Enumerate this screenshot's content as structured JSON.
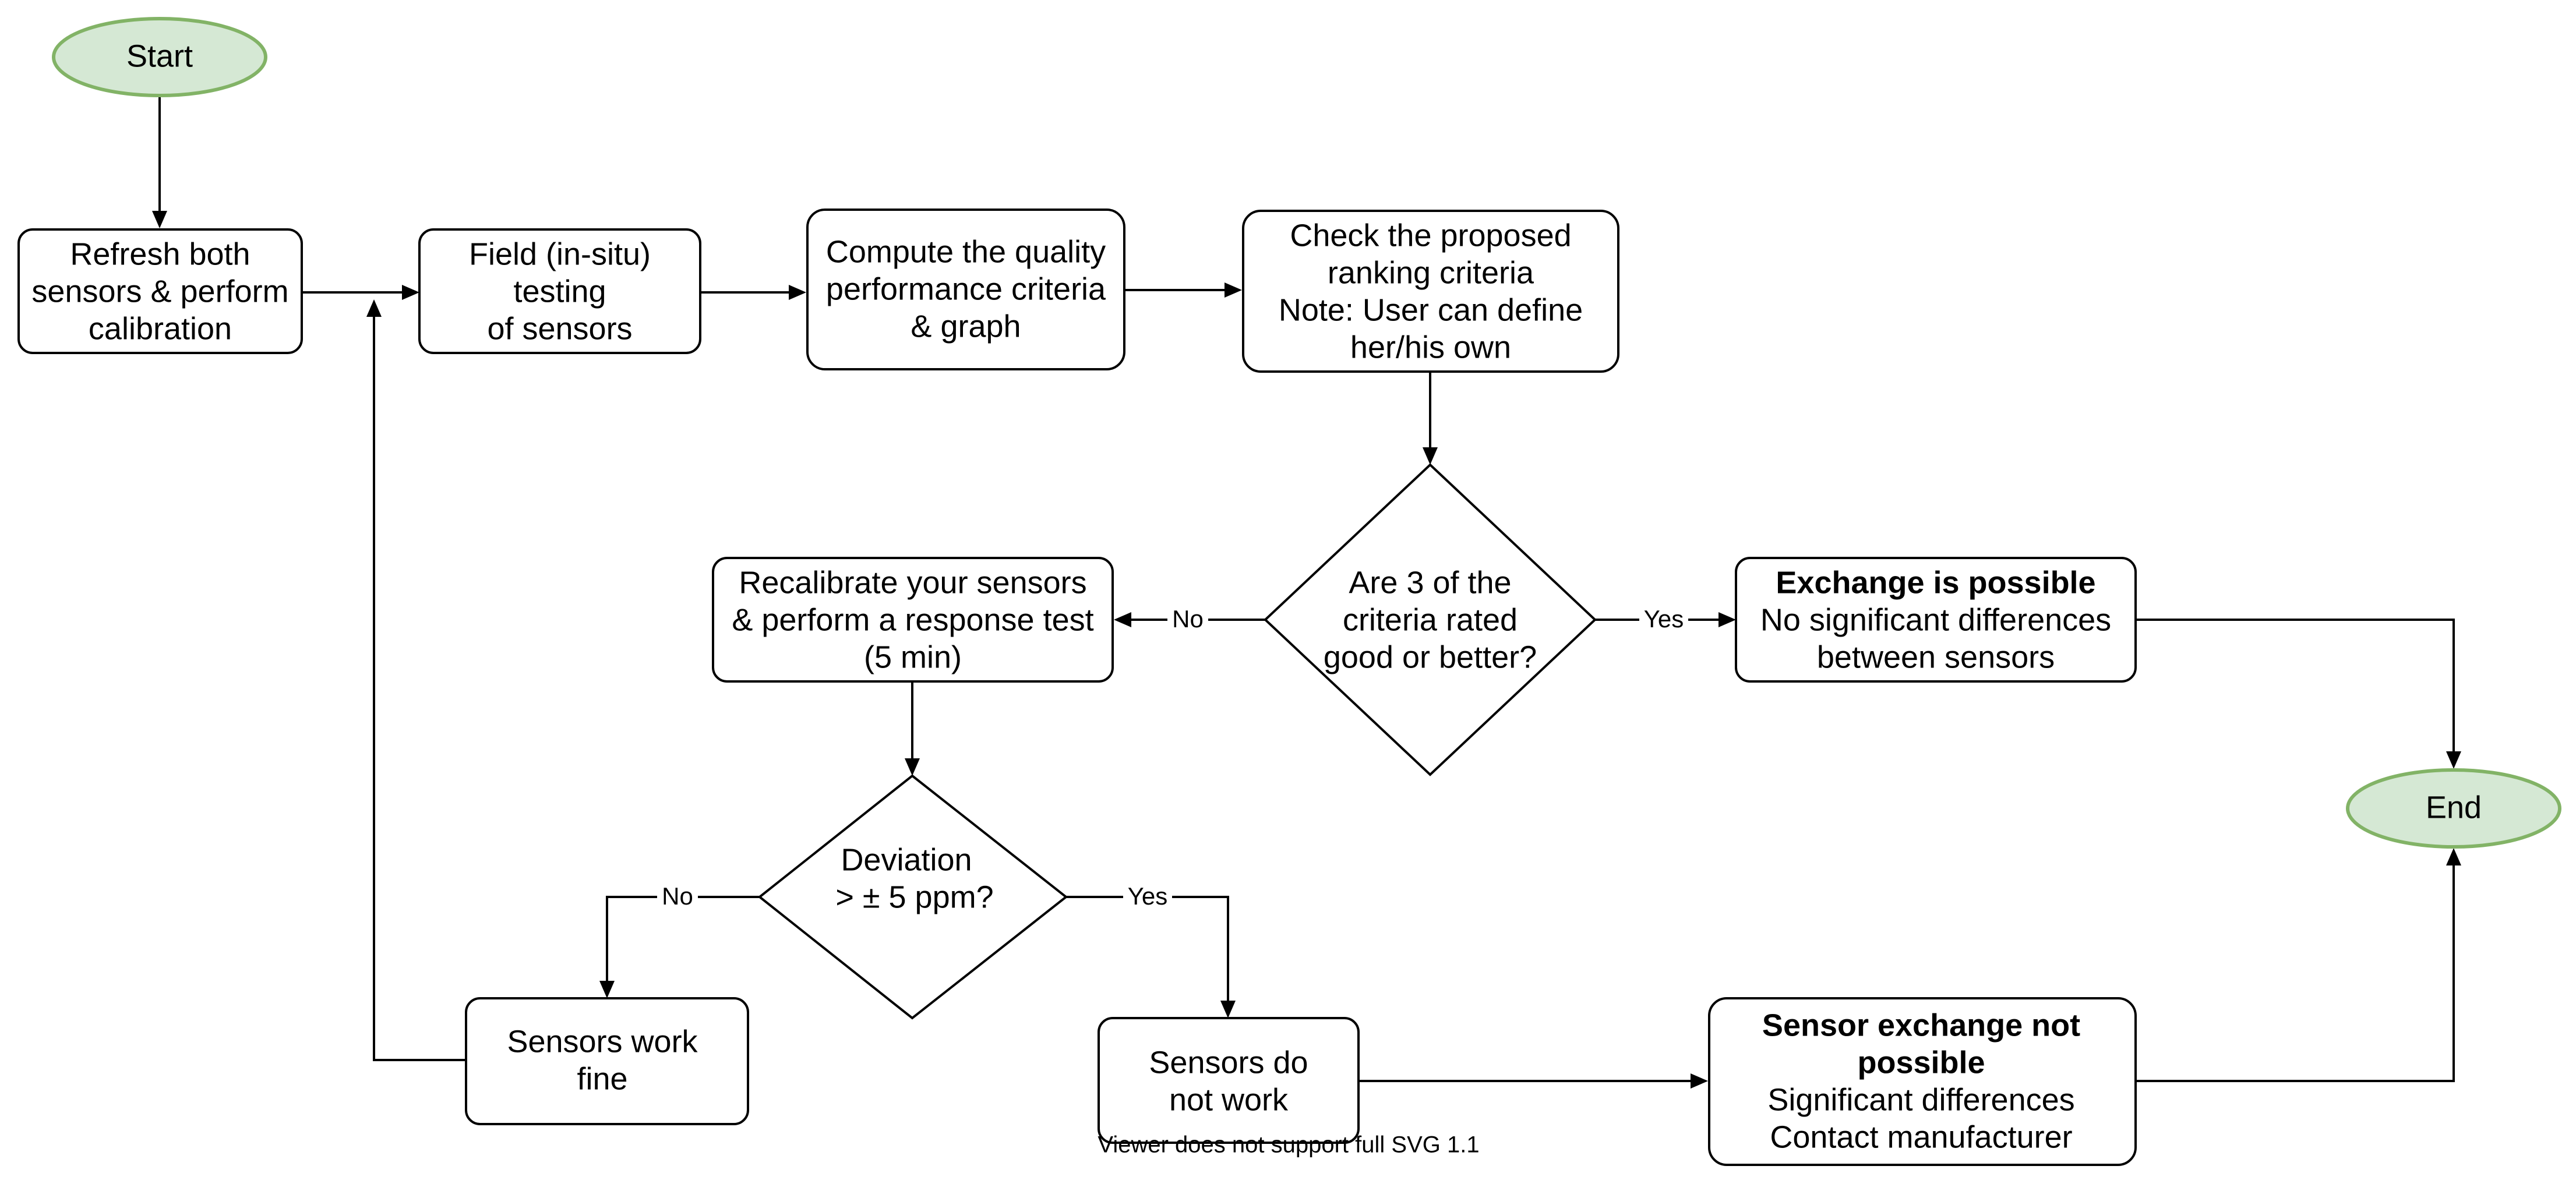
{
  "nodes": {
    "start": {
      "lines": [
        "Start"
      ]
    },
    "refresh": {
      "lines": [
        "Refresh both",
        "sensors & perform",
        "calibration"
      ]
    },
    "field": {
      "lines": [
        "Field (in-situ)",
        "testing",
        "of sensors"
      ]
    },
    "compute": {
      "lines": [
        "Compute the quality",
        "performance criteria",
        "& graph"
      ]
    },
    "check": {
      "lines": [
        "Check the proposed",
        "ranking criteria",
        "Note: User can define",
        "her/his own"
      ]
    },
    "decision_criteria": {
      "lines": [
        "Are 3 of the",
        "criteria rated",
        "good or better?"
      ]
    },
    "recalibrate": {
      "lines": [
        "Recalibrate your sensors",
        "& perform a response test",
        "(5 min)"
      ]
    },
    "exchange_possible": {
      "title": "Exchange is possible",
      "lines": [
        "No significant differences",
        "between sensors"
      ]
    },
    "end": {
      "lines": [
        "End"
      ]
    },
    "decision_deviation": {
      "lines": [
        "Deviation",
        "> ± 5 ppm?"
      ]
    },
    "sensors_fine": {
      "lines": [
        "Sensors work",
        "fine"
      ]
    },
    "sensors_not_work": {
      "lines": [
        "Sensors do",
        "not work"
      ]
    },
    "exchange_not_possible": {
      "title_lines": [
        "Sensor exchange not",
        "possible"
      ],
      "lines": [
        "Significant differences",
        "Contact manufacturer"
      ]
    }
  },
  "edge_labels": {
    "criteria_no": "No",
    "criteria_yes": "Yes",
    "deviation_no": "No",
    "deviation_yes": "Yes"
  },
  "footer": "Viewer does not support full SVG 1.1",
  "colors": {
    "terminal_fill": "#d5e8d4",
    "terminal_stroke": "#82b366",
    "line": "#000000"
  }
}
